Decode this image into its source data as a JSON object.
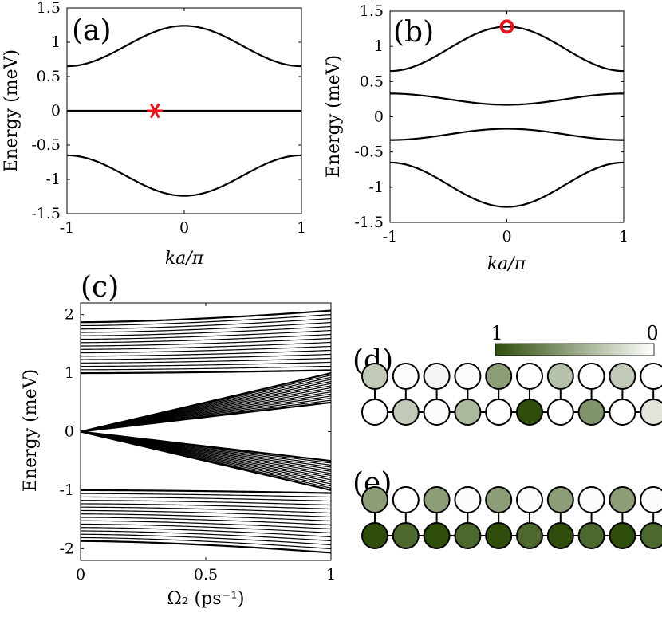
{
  "colors": {
    "curve": "#000000",
    "marker": "#e8141b",
    "site_dark": "#2e4d0a",
    "site_light": "#ffffff"
  },
  "chart_data": [
    {
      "panel": "(a)",
      "type": "line",
      "xlabel": "ka/π",
      "ylabel": "Energy (meV)",
      "xlim": [
        -1,
        1
      ],
      "ylim": [
        -1.5,
        1.5
      ],
      "xticks": [
        "-1",
        "0",
        "1"
      ],
      "yticks": [
        "1.5",
        "1",
        "0.5",
        "0",
        "-0.5",
        "-1",
        "-1.5"
      ],
      "bands": [
        {
          "k_pi_edge": 0.65,
          "k0": 1.24
        },
        {
          "k_pi_edge": 0.0,
          "k0": 0.0
        },
        {
          "k_pi_edge": -0.65,
          "k0": -1.24
        }
      ],
      "marker": {
        "symbol": "asterisk",
        "x": -0.25,
        "y": 0.0
      }
    },
    {
      "panel": "(b)",
      "type": "line",
      "xlabel": "ka/π",
      "ylabel": "Energy (meV)",
      "xlim": [
        -1,
        1
      ],
      "ylim": [
        -1.5,
        1.5
      ],
      "xticks": [
        "-1",
        "0",
        "1"
      ],
      "yticks": [
        "1.5",
        "1",
        "0.5",
        "0",
        "-0.5",
        "-1",
        "-1.5"
      ],
      "bands": [
        {
          "k_pi_edge": 0.65,
          "k0": 1.28
        },
        {
          "k_pi_edge": 0.33,
          "k0": 0.17
        },
        {
          "k_pi_edge": -0.33,
          "k0": -0.17
        },
        {
          "k_pi_edge": -0.65,
          "k0": -1.28
        }
      ],
      "marker": {
        "symbol": "circle",
        "x": 0.0,
        "y": 1.28
      }
    },
    {
      "panel": "(c)",
      "type": "line",
      "xlabel": "Ω₂ (ps⁻¹)",
      "ylabel": "Energy (meV)",
      "xlim": [
        0,
        1
      ],
      "ylim": [
        -2.2,
        2.2
      ],
      "xticks": [
        "0",
        "0.5",
        "1"
      ],
      "yticks": [
        "2",
        "1",
        "0",
        "-1",
        "-2"
      ],
      "families": [
        {
          "name": "upper_bulk",
          "start_range": [
            1.0,
            1.87
          ],
          "end_range": [
            1.05,
            2.07
          ],
          "count": 16
        },
        {
          "name": "upper_gap",
          "start": 0.0,
          "end_range": [
            0.5,
            1.0
          ],
          "count": 15
        },
        {
          "name": "lower_gap",
          "start": 0.0,
          "end_range": [
            -0.5,
            -1.0
          ],
          "count": 15
        },
        {
          "name": "lower_bulk",
          "start_range": [
            -1.0,
            -1.87
          ],
          "end_range": [
            -1.05,
            -2.07
          ],
          "count": 16
        }
      ]
    }
  ],
  "lattices": {
    "colorbar": {
      "max_label": "1",
      "min_label": "0"
    },
    "d": {
      "label": "(d)",
      "top": [
        0.3,
        0.02,
        0.05,
        0.02,
        0.55,
        0.0,
        0.35,
        0.0,
        0.3,
        0.0
      ],
      "bottom": [
        0.0,
        0.3,
        0.02,
        0.4,
        0.0,
        1.0,
        0.0,
        0.6,
        0.0,
        0.15
      ]
    },
    "e": {
      "label": "(e)",
      "top": [
        0.55,
        0.0,
        0.55,
        0.02,
        0.55,
        0.02,
        0.55,
        0.02,
        0.55,
        0.02
      ],
      "bottom": [
        1.0,
        0.85,
        1.0,
        0.85,
        1.0,
        0.85,
        1.0,
        0.85,
        1.0,
        0.85
      ]
    }
  }
}
